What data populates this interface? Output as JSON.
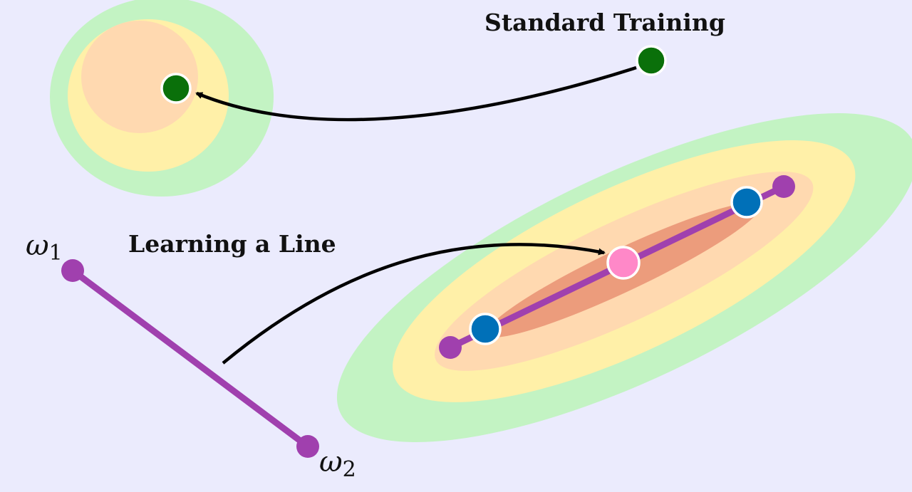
{
  "labels": {
    "standard_training": "Standard Training",
    "learning_a_line": "Learning a Line",
    "omega_1": "ω",
    "omega_1_sub": "1",
    "omega_2": "ω",
    "omega_2_sub": "2"
  },
  "colors": {
    "background": "#ebebfd",
    "contour_outer": "#c3f3c3",
    "contour_mid": "#fff0a8",
    "contour_inner": "#ffd9b0",
    "contour_core": "#ec9c7c",
    "line_purple": "#a040ae",
    "endpoint_green": "#0a700a",
    "point_blue": "#0070b8",
    "point_pink": "#ff88c8",
    "arrow": "#000000"
  }
}
